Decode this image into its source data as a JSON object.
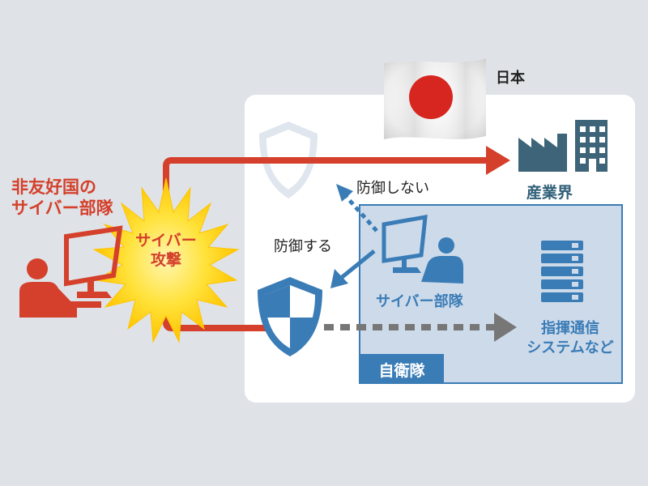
{
  "country_label": "日本",
  "attacker_label": [
    "非友好国の",
    "サイバー部隊"
  ],
  "attack_label": [
    "サイバー",
    "攻撃"
  ],
  "no_defense_label": "防御しない",
  "defense_label": "防御する",
  "industry_label": "産業界",
  "cyber_unit_label": "サイバー部隊",
  "systems_label": [
    "指揮通信",
    "システムなど"
  ],
  "sdf_label": "自衛隊",
  "colors": {
    "attack_red": "#d4402b",
    "defense_blue": "#3a7cb6",
    "industry_teal": "#3d6478",
    "sdf_panel": "#cddaea",
    "burst_yellow": "#ffd21f"
  }
}
